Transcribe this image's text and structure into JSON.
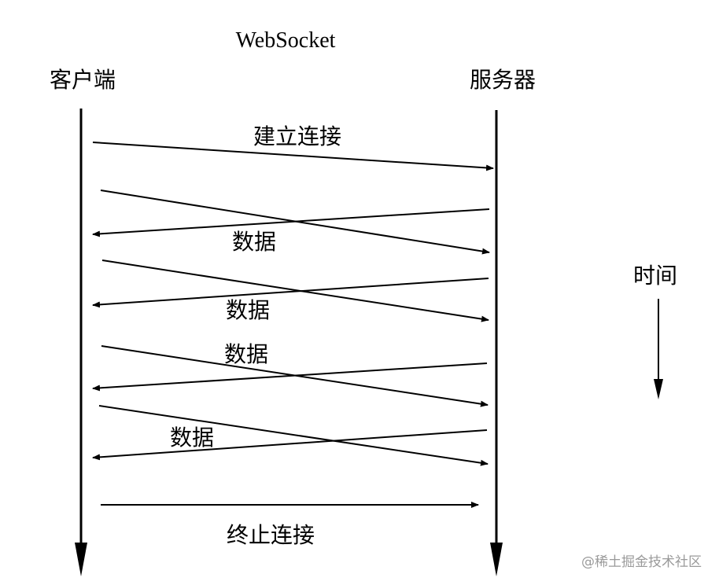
{
  "title": "WebSocket",
  "client_label": "客户端",
  "server_label": "服务器",
  "time_label": "时间",
  "messages": {
    "connect": "建立连接",
    "data_1": "数据",
    "data_2": "数据",
    "data_3": "数据",
    "data_4": "数据",
    "close": "终止连接"
  },
  "watermark": "@稀土掘金技术社区"
}
